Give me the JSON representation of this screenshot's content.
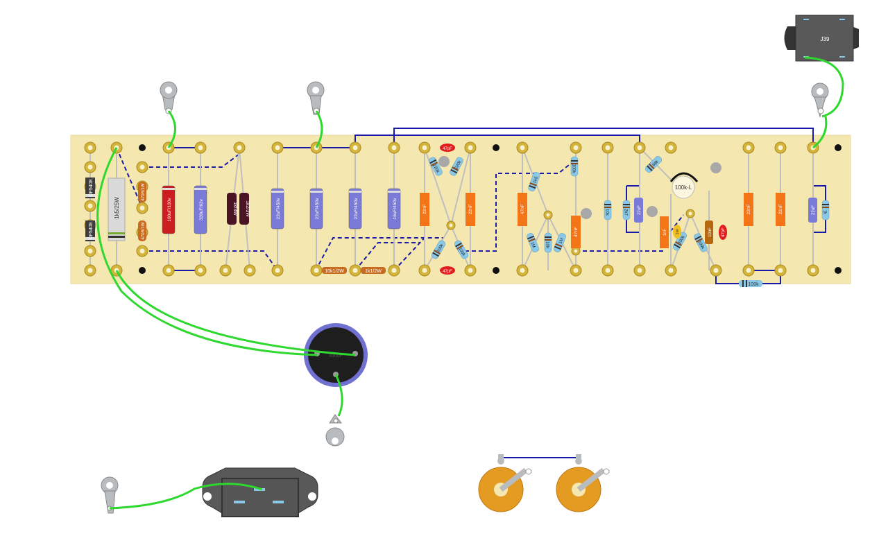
{
  "jack": {
    "label": "J39"
  },
  "filter_cap": {
    "label": "330uF"
  },
  "power_resistor": {
    "label": "1k5/25W"
  },
  "diodes": [
    "UF5408",
    "UF5408"
  ],
  "resistors_small": [
    "470R/1W",
    "470R/1W"
  ],
  "caps_elec": [
    {
      "label": "100uF/100v",
      "color": "#cc1e1e"
    },
    {
      "label": "330uF/63v",
      "color": "#7a7ad8"
    },
    {
      "label": "22uF/450v",
      "color": "#7a7ad8"
    },
    {
      "label": "22uF/450v",
      "color": "#7a7ad8"
    },
    {
      "label": "22uF/450v",
      "color": "#7a7ad8"
    },
    {
      "label": "16uF/450v",
      "color": "#7a7ad8"
    }
  ],
  "dark_resistors": [
    "1k/3W",
    "1k2/3W"
  ],
  "bottom_resistors": [
    "10k1/2W",
    "1k1/2W"
  ],
  "film_caps": [
    "22nF",
    "22nF",
    "47nF",
    "47nF",
    "22nF",
    "22nF"
  ],
  "small_resistors": [
    "220k",
    "220k",
    "100k",
    "100k",
    "1k5",
    "1M",
    "10k",
    "1M",
    "100k",
    "10k",
    "2k7",
    "68k",
    "100k",
    "100k",
    "1k"
  ],
  "ceramic_caps": [
    "47pF",
    "47pF",
    "47pF"
  ],
  "lowtier_caps": [
    "22uF",
    "1nF",
    "10nF",
    "22uF",
    "1nF"
  ],
  "trimmer": {
    "label": "100k-L"
  },
  "bottom_resistor_label": "100k",
  "colors": {
    "board": "#f5e7b0",
    "wire_green": "#2ed82e",
    "wire_blue": "#1a1aa8",
    "eyelet": "#d4b43a",
    "lug": "#b9bcbf"
  }
}
